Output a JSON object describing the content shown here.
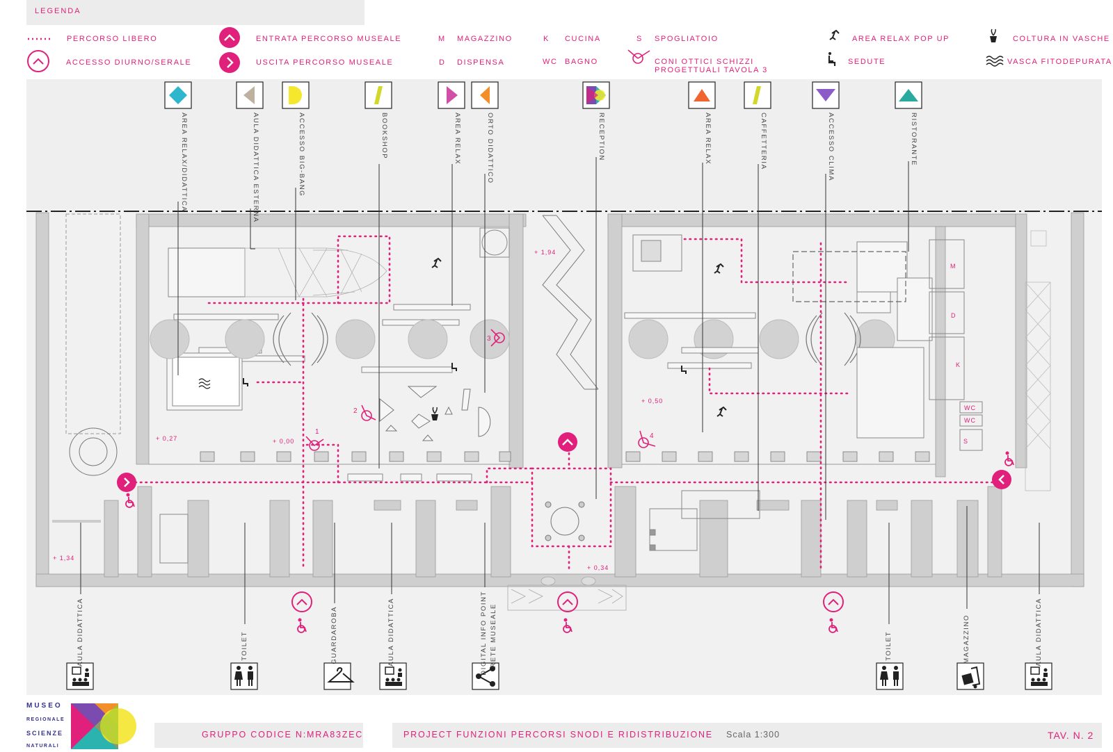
{
  "legend": {
    "title": "LEGENDA",
    "percorso_libero": "PERCORSO LIBERO",
    "accesso": "ACCESSO DIURNO/SERALE",
    "entrata": "ENTRATA PERCORSO MUSEALE",
    "uscita": "USCITA PERCORSO MUSEALE",
    "m_code": "M",
    "m_label": "MAGAZZINO",
    "d_code": "D",
    "d_label": "DISPENSA",
    "k_code": "K",
    "k_label": "CUCINA",
    "wc_code": "WC",
    "wc_label": "BAGNO",
    "s_code": "S",
    "s_label": "SPOGLIATOIO",
    "coni_line1": "CONI OTTICI  SCHIZZI",
    "coni_line2": "PROGETTUALI TAVOLA 3",
    "relax": "AREA RELAX POP UP",
    "sedute": "SEDUTE",
    "coltura": "COLTURA IN VASCHE",
    "vasca": "VASCA FITODEPURATA"
  },
  "top_labels": [
    "AREA RELAX/DIDATTICA",
    "AULA DIDATTICA ESTERNA",
    "ACCESSO BIG-BANG",
    "BOOKSHOP",
    "AREA RELAX",
    "ORTO DIDATTICO",
    "RECEPTION",
    "AREA RELAX",
    "CAFFETTERIA",
    "ACCESSO CLIMA",
    "RISTORANTE"
  ],
  "bottom_labels": [
    "AULA DIDATTICA",
    "TOILET",
    "GUARDAROBA",
    "AULA DIDATTICA",
    "DIGITAL INFO POINT",
    "RETE MUSEALE",
    "TOILET",
    "MAGAZZINO",
    "AULA DIDATTICA"
  ],
  "elevations": [
    "+ 1,94",
    "+ 0,50",
    "+ 0,27",
    "+ 0,00",
    "+ 1,34",
    "+ 0,34"
  ],
  "room_codes": [
    "M",
    "D",
    "K",
    "WC",
    "WC",
    "S"
  ],
  "cone_numbers": [
    "1",
    "2",
    "3",
    "4"
  ],
  "footer": {
    "group_code": "GRUPPO CODICE N:MRA83ZEC",
    "project": "PROJECT FUNZIONI PERCORSI SNODI E RIDISTRIBUZIONE",
    "scale": "Scala 1:300",
    "tav": "TAV. N. 2"
  },
  "logo": {
    "line1": "MUSEO",
    "line2": "REGIONALE",
    "line3": "SCIENZE",
    "line4": "NATURALI"
  },
  "colors": {
    "accent": "#e0207a",
    "wall": "#cfcfcf",
    "background_band": "#efefef",
    "logo_purple": "#7b4bb0",
    "logo_yellow": "#f5e62e",
    "logo_teal": "#2bb3b0"
  }
}
